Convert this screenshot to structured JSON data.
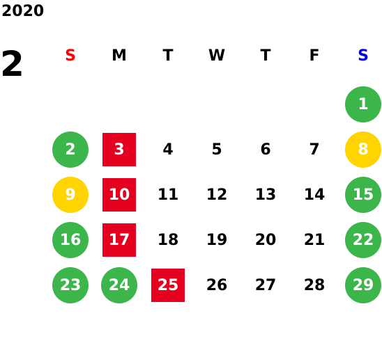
{
  "calendar": {
    "year": "2020",
    "month": "2",
    "weekdays": [
      {
        "label": "S",
        "color": "#ff0000"
      },
      {
        "label": "M",
        "color": "#000000"
      },
      {
        "label": "T",
        "color": "#000000"
      },
      {
        "label": "W",
        "color": "#000000"
      },
      {
        "label": "T",
        "color": "#000000"
      },
      {
        "label": "F",
        "color": "#000000"
      },
      {
        "label": "S",
        "color": "#0000ee"
      }
    ],
    "colors": {
      "green": "#3cb54a",
      "yellow": "#ffd400",
      "red": "#e60020"
    },
    "weeks": [
      [
        null,
        null,
        null,
        null,
        null,
        null,
        {
          "day": "1",
          "mark": "green"
        }
      ],
      [
        {
          "day": "2",
          "mark": "green"
        },
        {
          "day": "3",
          "mark": "red"
        },
        {
          "day": "4"
        },
        {
          "day": "5"
        },
        {
          "day": "6"
        },
        {
          "day": "7"
        },
        {
          "day": "8",
          "mark": "yellow"
        }
      ],
      [
        {
          "day": "9",
          "mark": "yellow"
        },
        {
          "day": "10",
          "mark": "red"
        },
        {
          "day": "11"
        },
        {
          "day": "12"
        },
        {
          "day": "13"
        },
        {
          "day": "14"
        },
        {
          "day": "15",
          "mark": "green"
        }
      ],
      [
        {
          "day": "16",
          "mark": "green"
        },
        {
          "day": "17",
          "mark": "red"
        },
        {
          "day": "18"
        },
        {
          "day": "19"
        },
        {
          "day": "20"
        },
        {
          "day": "21"
        },
        {
          "day": "22",
          "mark": "green"
        }
      ],
      [
        {
          "day": "23",
          "mark": "green"
        },
        {
          "day": "24",
          "mark": "green"
        },
        {
          "day": "25",
          "mark": "red"
        },
        {
          "day": "26"
        },
        {
          "day": "27"
        },
        {
          "day": "28"
        },
        {
          "day": "29",
          "mark": "green"
        }
      ]
    ]
  }
}
